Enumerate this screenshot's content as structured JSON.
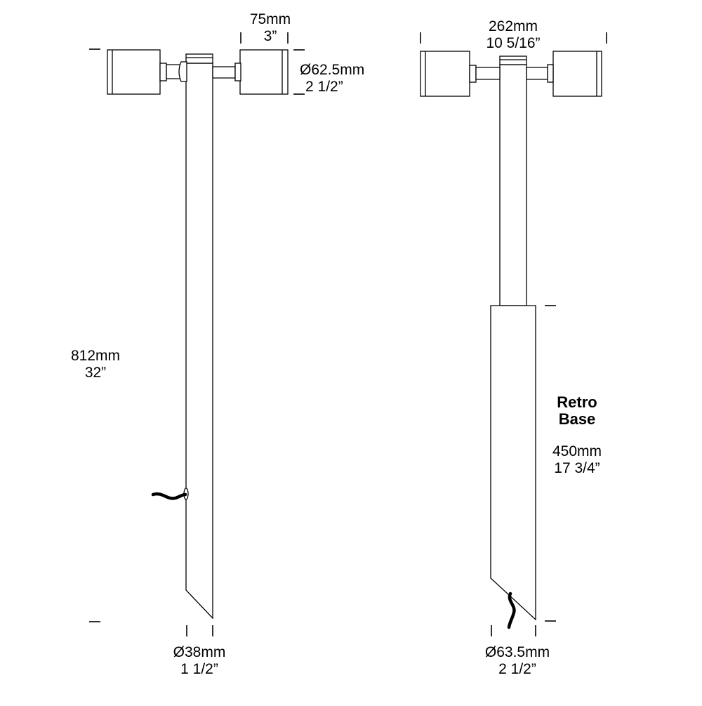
{
  "left_view": {
    "head_width": {
      "mm": "75mm",
      "in": "3”"
    },
    "head_diameter": {
      "mm": "Ø62.5mm",
      "in": "2 1/2”"
    },
    "overall_height": {
      "mm": "812mm",
      "in": "32”"
    },
    "pole_diameter": {
      "mm": "Ø38mm",
      "in": "1 1/2”"
    }
  },
  "right_view": {
    "overall_width": {
      "mm": "262mm",
      "in": "10 5/16”"
    },
    "base_title_line1": "Retro",
    "base_title_line2": "Base",
    "base_height": {
      "mm": "450mm",
      "in": "17 3/4”"
    },
    "base_diameter": {
      "mm": "Ø63.5mm",
      "in": "2 1/2”"
    }
  }
}
